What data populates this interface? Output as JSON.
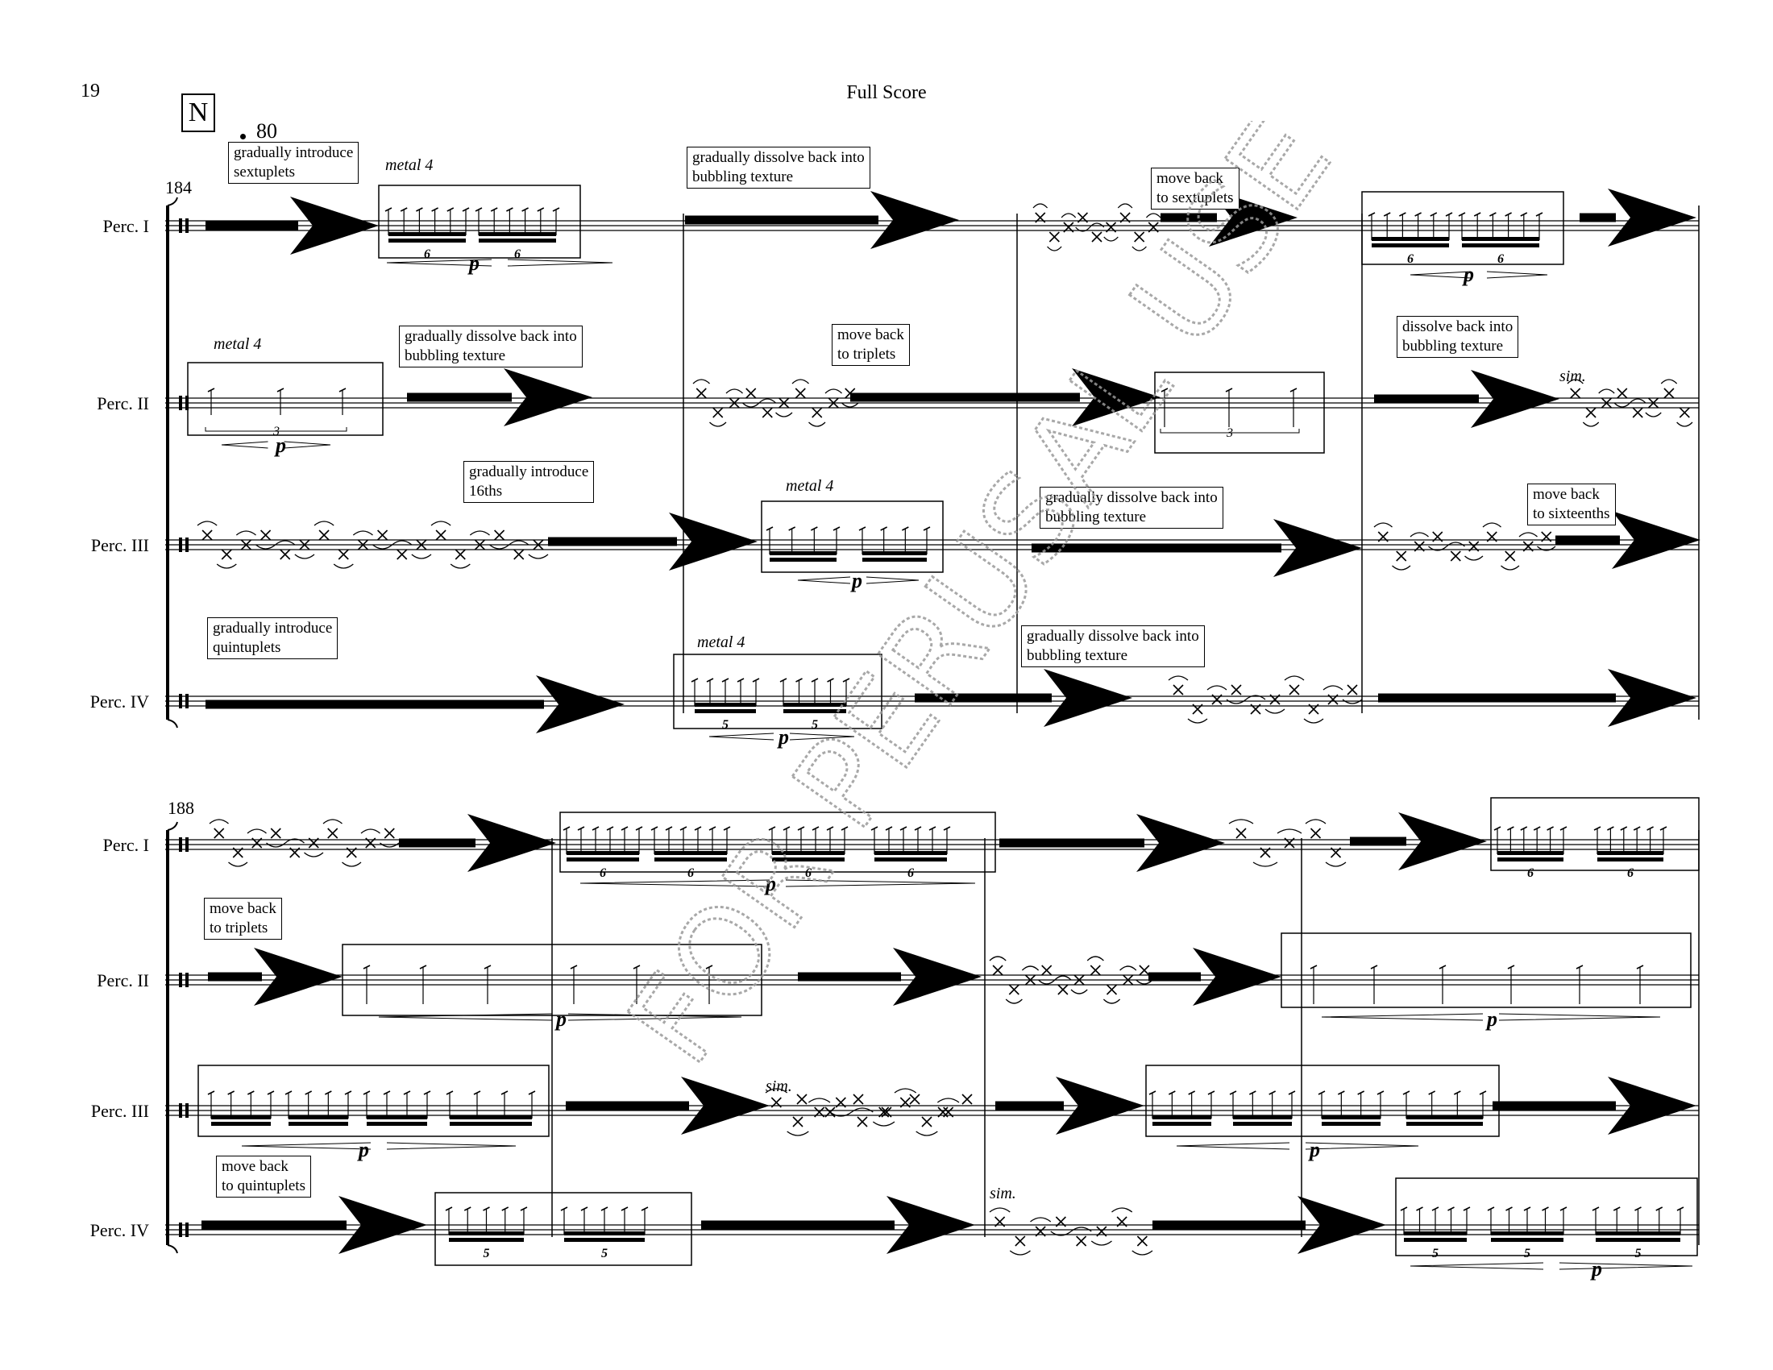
{
  "page": {
    "number": "19",
    "header": "Full Score"
  },
  "rehearsal": {
    "mark": "N",
    "tempo": "80"
  },
  "watermark": "FOR PERUSAL USE ONLY",
  "systems": [
    {
      "measure_number": "184",
      "instruments": [
        "Perc. I",
        "Perc. II",
        "Perc. III",
        "Perc. IV"
      ]
    },
    {
      "measure_number": "188",
      "instruments": [
        "Perc. I",
        "Perc. II",
        "Perc. III",
        "Perc. IV"
      ]
    }
  ],
  "annotations": {
    "s1_p1_intro": "gradually introduce\nsextuplets",
    "s1_p1_dissolve": "gradually dissolve back into\nbubbling texture",
    "s1_p1_moveback": "move back\nto sextuplets",
    "s1_p2_dissolve": "gradually dissolve back into\nbubbling texture",
    "s1_p2_moveback": "move back\nto triplets",
    "s1_p2_dissolve2": "dissolve back into\nbubbling texture",
    "s1_p3_intro": "gradually introduce\n16ths",
    "s1_p3_dissolve": "gradually dissolve back into\nbubbling texture",
    "s1_p3_moveback": "move back\nto sixteenths",
    "s1_p4_intro": "gradually introduce\nquintuplets",
    "s1_p4_dissolve": "gradually dissolve back into\nbubbling texture",
    "s2_p2_moveback": "move back\nto triplets",
    "s2_p4_moveback": "move back\nto quintuplets"
  },
  "labels": {
    "metal": "metal 4",
    "sim": "sim.",
    "dyn_p": "p",
    "tuplet_6": "6",
    "tuplet_5": "5",
    "tuplet_3": "3"
  }
}
